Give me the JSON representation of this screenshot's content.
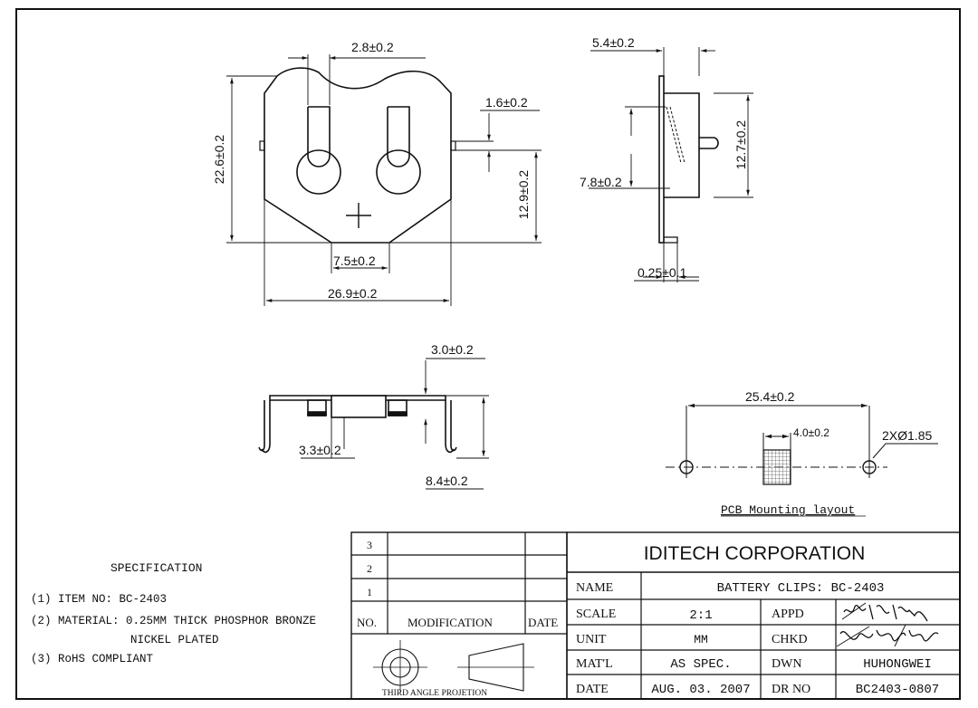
{
  "dimensions": {
    "front_top_width": "2.8±0.2",
    "front_height": "22.6±0.2",
    "front_tab": "1.6±0.2",
    "front_right_height": "12.9±0.2",
    "front_bottom_flat": "7.5±0.2",
    "front_total_width": "26.9±0.2",
    "side_top": "5.4±0.2",
    "side_height": "12.7±0.2",
    "side_inner": "7.8±0.2",
    "side_thickness": "0.25±0.1",
    "bottom_top": "3.0±0.2",
    "bottom_slot": "3.3±0.2",
    "bottom_height": "8.4±0.2",
    "pcb_span": "25.4±0.2",
    "pcb_pad": "4.0±0.2",
    "pcb_hole": "2XØ1.85"
  },
  "pcb_caption": "PCB Mounting layout",
  "specification": {
    "title": "SPECIFICATION",
    "items": [
      "(1) ITEM NO: BC-2403",
      "(2) MATERIAL: 0.25MM THICK PHOSPHOR BRONZE",
      "NICKEL PLATED",
      "(3) RoHS COMPLIANT"
    ]
  },
  "revision_block": {
    "rows": [
      "3",
      "2",
      "1"
    ],
    "headers": {
      "no": "NO.",
      "modification": "MODIFICATION",
      "date": "DATE"
    },
    "projection_label": "THIRD ANGLE PROJETION"
  },
  "title_block": {
    "company": "IDITECH CORPORATION",
    "name_label": "NAME",
    "name_value": "BATTERY CLIPS: BC-2403",
    "scale_label": "SCALE",
    "scale_value": "2:1",
    "unit_label": "UNIT",
    "unit_value": "MM",
    "material_label": "MAT'L",
    "material_value": "AS SPEC.",
    "date_label": "DATE",
    "date_value": "AUG. 03. 2007",
    "appd_label": "APPD",
    "chkd_label": "CHKD",
    "dwn_label": "DWN",
    "dwn_value": "HUHONGWEI",
    "drno_label": "DR NO",
    "drno_value": "BC2403-0807"
  }
}
